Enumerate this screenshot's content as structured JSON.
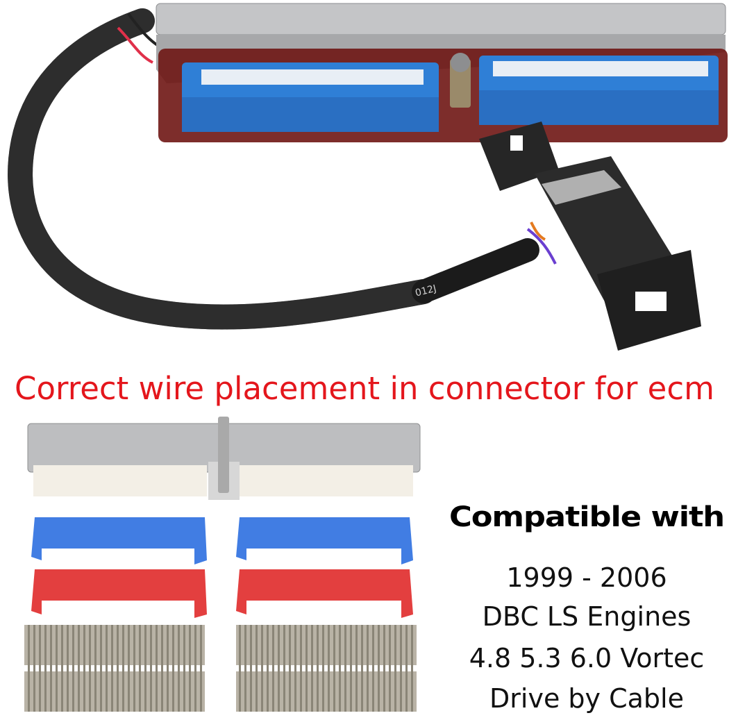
{
  "headline": "Correct wire placement in connector for ecm",
  "compatibility": {
    "title": "Compatible with",
    "lines": [
      "1999 - 2006",
      "DBC LS Engines",
      "4.8 5.3 6.0 Vortec",
      "Drive by Cable"
    ]
  },
  "photo_label": "012J",
  "colors": {
    "accent": "#e4161c",
    "connector_blue": "#2f7fd6",
    "connector_red": "#e02a2a",
    "harness": "#1b1b1b",
    "housing": "#b8b9bb"
  }
}
